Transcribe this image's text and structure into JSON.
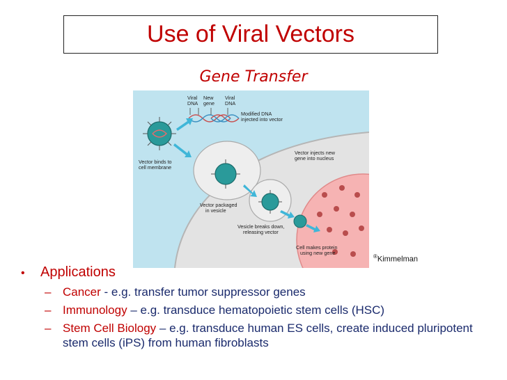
{
  "title": "Use of Viral Vectors",
  "subtitle": "Gene Transfer",
  "figure": {
    "labels": {
      "viral_dna_left": [
        "Viral",
        "DNA"
      ],
      "new_gene": [
        "New",
        "gene"
      ],
      "viral_dna_right": [
        "Viral",
        "DNA"
      ],
      "modified_dna": [
        "Modified DNA",
        "injected into vector"
      ],
      "vector_binds": [
        "Vector binds to",
        "cell membrane"
      ],
      "vector_injects": [
        "Vector injects new",
        "gene into nucleus"
      ],
      "vector_packaged": [
        "Vector packaged",
        "in vesicle"
      ],
      "vesicle_breaks": [
        "Vesicle breaks down,",
        "releasing vector"
      ],
      "cell_makes": [
        "Cell makes protein",
        "using new gene"
      ]
    },
    "colors": {
      "background": "#bfe3ef",
      "cell": "#e3e3e3",
      "nucleus": "#f6b3b3",
      "virus": "#2a9a9a",
      "arrow": "#3fb6d8"
    }
  },
  "credit": {
    "symbol": "®",
    "name": "Kimmelman"
  },
  "bullets": {
    "heading": "Applications",
    "items": [
      {
        "term": "Cancer",
        "rest": " - e.g. transfer tumor suppressor genes"
      },
      {
        "term": "Immunology",
        "rest": " – e.g. transduce hematopoietic stem cells (HSC)"
      },
      {
        "term": "Stem Cell Biology",
        "rest": " – e.g. transduce human ES cells, create induced pluripotent stem cells (iPS) from human fibroblasts"
      }
    ]
  }
}
